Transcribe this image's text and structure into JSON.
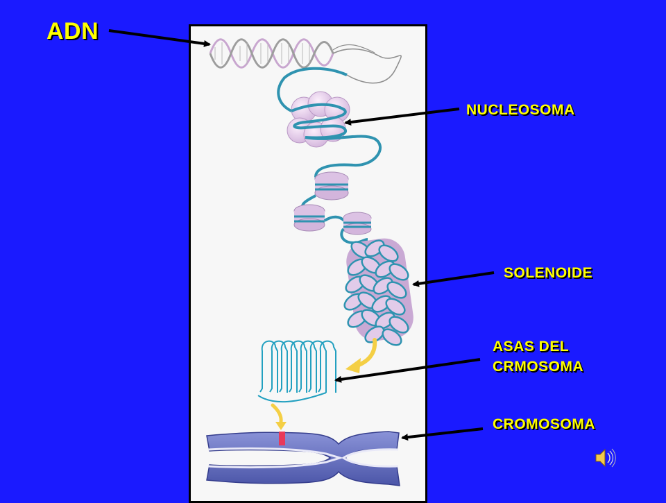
{
  "slide": {
    "background": "#1a1aff",
    "label_color": "#ffff00"
  },
  "labels": {
    "adn": "ADN",
    "nucleosoma": "NUCLEOSOMA",
    "solenoide": "SOLENOIDE",
    "asas_line1": "ASAS DEL",
    "asas_line2": "CRMOSOMA",
    "cromosoma": "CROMOSOMA"
  },
  "icons": {
    "speaker": "speaker-icon"
  }
}
